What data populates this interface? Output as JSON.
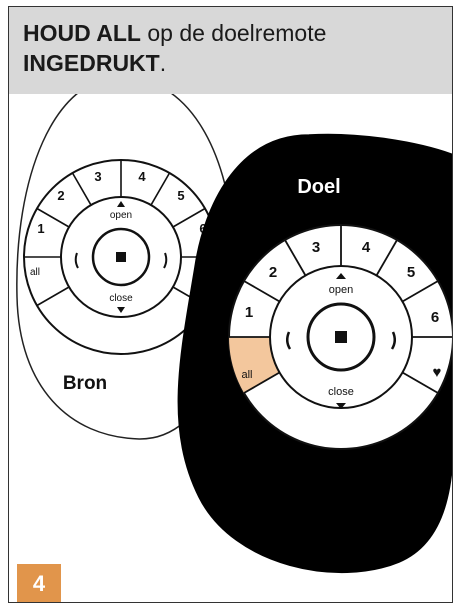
{
  "instruction": {
    "part1_bold": "HOUD ALL",
    "part2": " op de doelremote",
    "part3_bold": "INGEDRUKT",
    "part4": "."
  },
  "source_label": "Bron",
  "target_label": "Doel",
  "remote": {
    "buttons": [
      "1",
      "2",
      "3",
      "4",
      "5",
      "6"
    ],
    "all_label": "all",
    "favorite_symbol": "♥",
    "open_label": "open",
    "close_label": "close",
    "stop_symbol": "■"
  },
  "step_number": "4",
  "colors": {
    "highlight": "#f3c79d",
    "step_badge": "#e1954b",
    "header_bg": "#d8d8d8"
  }
}
